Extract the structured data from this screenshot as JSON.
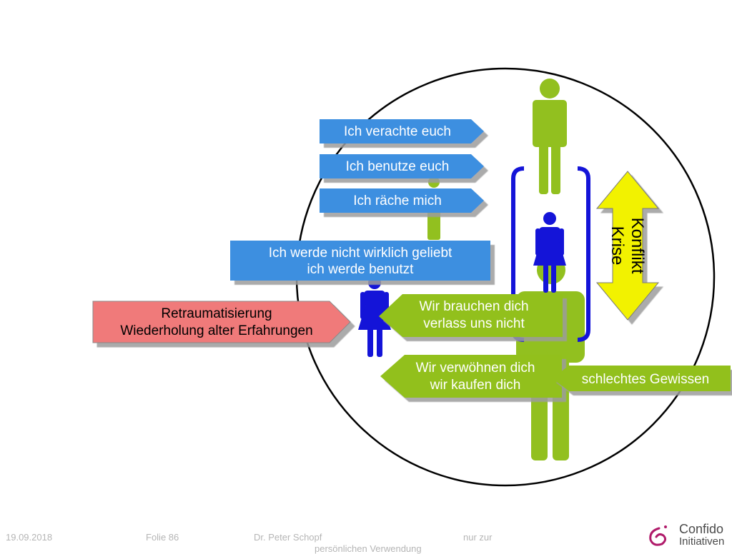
{
  "diagram": {
    "blue_labels": [
      "Ich verachte euch",
      "Ich benutze euch",
      "Ich räche mich"
    ],
    "big_blue_label": {
      "line1": "Ich werde nicht wirklich geliebt",
      "line2": "ich werde benutzt"
    },
    "red_label": {
      "line1": "Retraumatisierung",
      "line2": "Wiederholung alter Erfahrungen"
    },
    "green_label_1": {
      "line1": "Wir brauchen dich",
      "line2": "verlass uns nicht"
    },
    "green_label_2": {
      "line1": "Wir verwöhnen dich",
      "line2": "wir kaufen dich"
    },
    "green_label_3": "schlechtes Gewissen",
    "yellow_arrow": {
      "line1": "Konflikt",
      "line2": "Krise"
    }
  },
  "footer": {
    "date": "19.09.2018",
    "slide": "Folie 86",
    "author": "Dr. Peter Schopf",
    "note": "nur zur",
    "note2": "persönlichen Verwendung"
  },
  "brand": {
    "line1": "Confido",
    "line2": "Initiativen"
  },
  "colors": {
    "blue_box": "#3d8fe0",
    "green": "#92c01f",
    "red_box": "#f07a7a",
    "yellow": "#f2f200",
    "dark_blue": "#1414d8",
    "brand_magenta": "#b01a6a"
  }
}
